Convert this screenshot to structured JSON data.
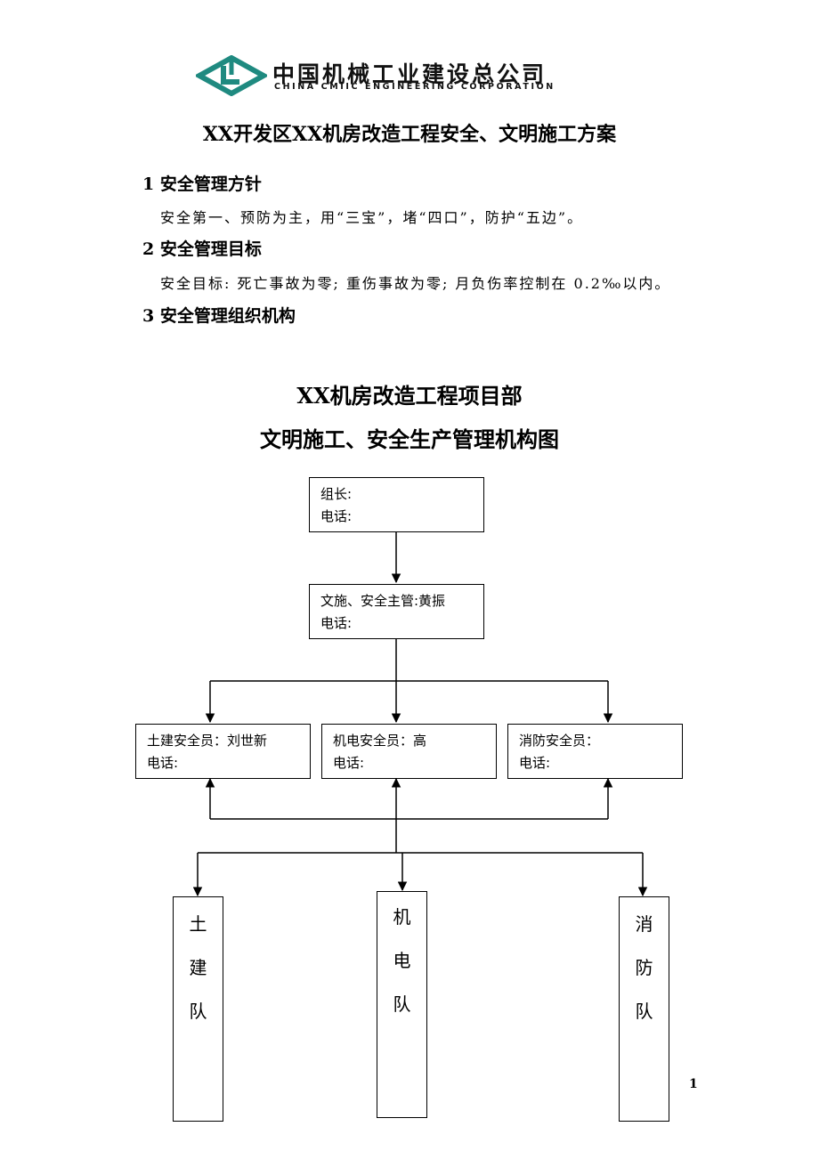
{
  "header": {
    "logo": {
      "name_cn": "中国机械工业建设总公司",
      "name_en": "CHINA CMIIC ENGINEERING CORPORATION",
      "brand_color": "#1f8a80"
    }
  },
  "document": {
    "title": "XX开发区XX机房改造工程安全、文明施工方案",
    "sections": [
      {
        "heading": "1 安全管理方针",
        "body": "安全第一、预防为主，用“三宝”，堵“四口”，防护“五边”。"
      },
      {
        "heading": "2 安全管理目标",
        "body": "安全目标: 死亡事故为零; 重伤事故为零; 月负伤率控制在 0.2‰以内。"
      },
      {
        "heading": "3 安全管理组织机构",
        "body": ""
      }
    ]
  },
  "org_chart": {
    "title_line1": "XX机房改造工程项目部",
    "title_line2": "文明施工、安全生产管理机构图",
    "leader": {
      "line1": "组长:",
      "line2": "电话:"
    },
    "manager": {
      "line1": "文施、安全主管:黄振",
      "line2": "电话:"
    },
    "officers": [
      {
        "line1": "土建安全员：刘世新",
        "line2": "电话:"
      },
      {
        "line1": "机电安全员：高",
        "line2": "电话:"
      },
      {
        "line1": "消防安全员：",
        "line2": "电话:"
      }
    ],
    "teams": [
      {
        "chars": [
          "土",
          "建",
          "队"
        ]
      },
      {
        "chars": [
          "机",
          "电",
          "队"
        ]
      },
      {
        "chars": [
          "消",
          "防",
          "队"
        ]
      }
    ]
  },
  "footer": {
    "page_number": "1"
  }
}
